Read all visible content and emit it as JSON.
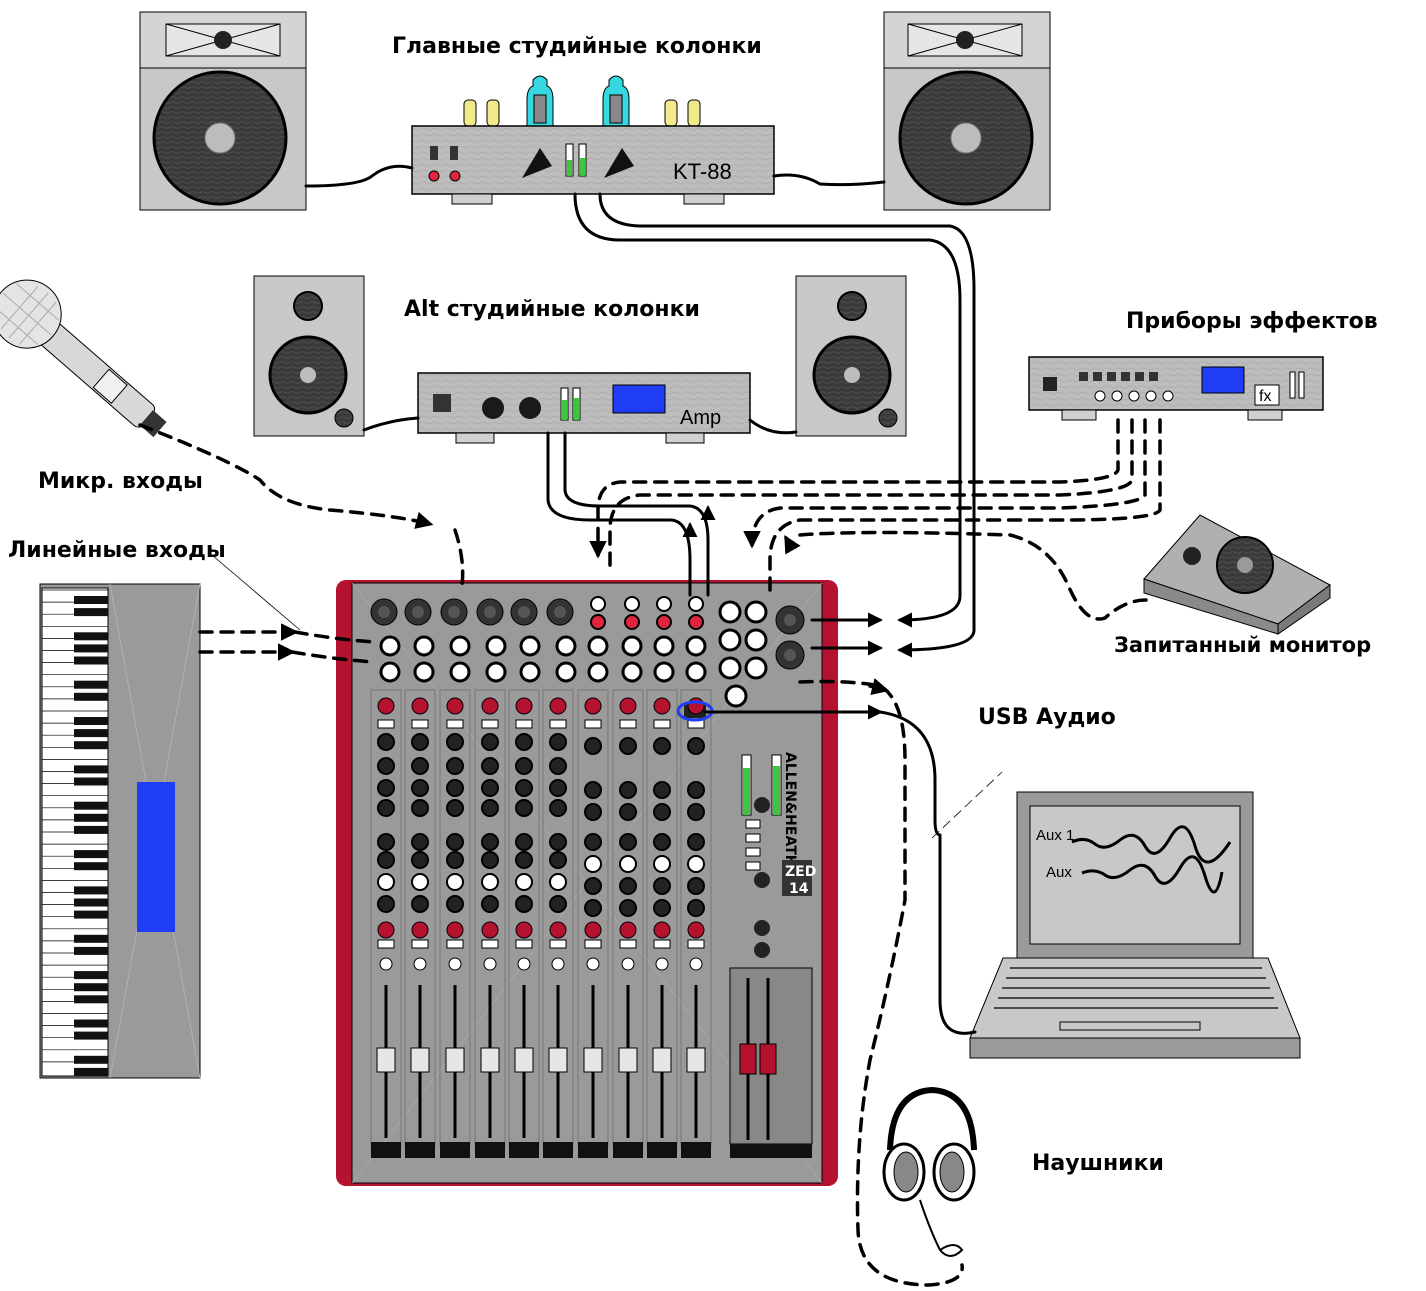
{
  "labels": {
    "main_monitors": "Главные студийные колонки",
    "alt_monitors": "Alt студийные колонки",
    "effects": "Приборы эффектов",
    "mic_inputs": "Микр. входы",
    "line_inputs": "Линейные входы",
    "powered_monitor": "Запитанный монитор",
    "usb_audio": "USB Аудио",
    "headphones": "Наушники"
  },
  "devices": {
    "main_amp_model": "KT-88",
    "alt_amp_name": "Amp",
    "fx_badge": "fx",
    "mixer_brand": "ALLEN&HEATH",
    "mixer_model_line1": "ZED",
    "mixer_model_line2": "14"
  },
  "laptop_screen": {
    "track1": "Aux 1",
    "track2": "Aux"
  },
  "colors": {
    "mixer_frame": "#b5122f",
    "panel": "#9a9a9a",
    "speaker_box": "#c8c8c8",
    "tube_glass": "#35d7e0",
    "lcd_blue": "#1f3df5",
    "usb_highlight": "#1f3df5",
    "meter_green": "#3ec43e"
  }
}
